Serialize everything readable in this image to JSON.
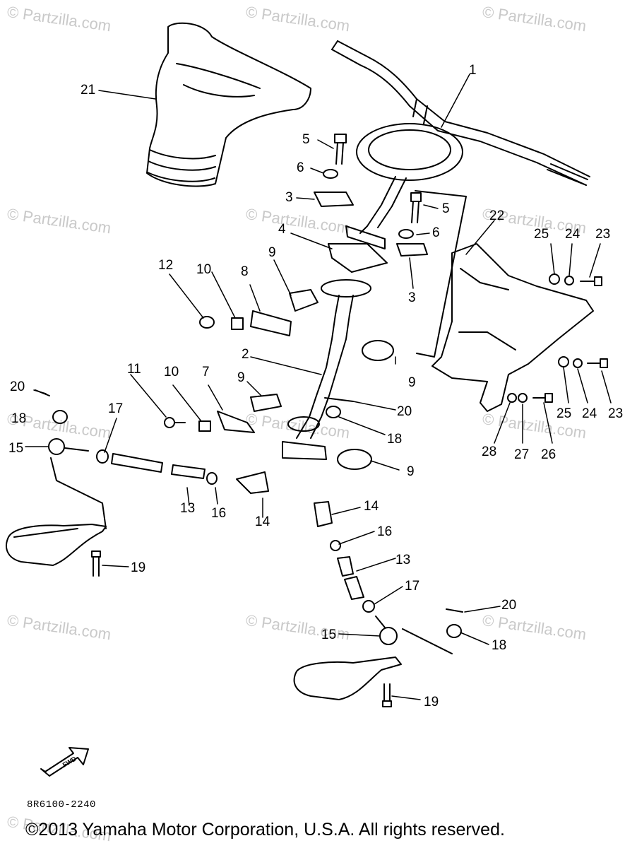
{
  "diagram": {
    "part_number": "8R6100-2240",
    "copyright": "©2013  Yamaha Motor Corporation, U.S.A. All rights reserved.",
    "fwd_label": "FWD",
    "watermark": "© Partzilla.com",
    "callouts": [
      {
        "id": "c1",
        "text": "1"
      },
      {
        "id": "c2",
        "text": "2"
      },
      {
        "id": "c3a",
        "text": "3"
      },
      {
        "id": "c3b",
        "text": "3"
      },
      {
        "id": "c4",
        "text": "4"
      },
      {
        "id": "c5a",
        "text": "5"
      },
      {
        "id": "c5b",
        "text": "5"
      },
      {
        "id": "c6a",
        "text": "6"
      },
      {
        "id": "c6b",
        "text": "6"
      },
      {
        "id": "c7",
        "text": "7"
      },
      {
        "id": "c8",
        "text": "8"
      },
      {
        "id": "c9a",
        "text": "9"
      },
      {
        "id": "c9b",
        "text": "9"
      },
      {
        "id": "c9c",
        "text": "9"
      },
      {
        "id": "c9d",
        "text": "9"
      },
      {
        "id": "c10a",
        "text": "10"
      },
      {
        "id": "c10b",
        "text": "10"
      },
      {
        "id": "c11",
        "text": "11"
      },
      {
        "id": "c12",
        "text": "12"
      },
      {
        "id": "c13a",
        "text": "13"
      },
      {
        "id": "c13b",
        "text": "13"
      },
      {
        "id": "c14a",
        "text": "14"
      },
      {
        "id": "c14b",
        "text": "14"
      },
      {
        "id": "c15a",
        "text": "15"
      },
      {
        "id": "c15b",
        "text": "15"
      },
      {
        "id": "c16a",
        "text": "16"
      },
      {
        "id": "c16b",
        "text": "16"
      },
      {
        "id": "c17a",
        "text": "17"
      },
      {
        "id": "c17b",
        "text": "17"
      },
      {
        "id": "c18a",
        "text": "18"
      },
      {
        "id": "c18b",
        "text": "18"
      },
      {
        "id": "c18c",
        "text": "18"
      },
      {
        "id": "c19a",
        "text": "19"
      },
      {
        "id": "c19b",
        "text": "19"
      },
      {
        "id": "c20a",
        "text": "20"
      },
      {
        "id": "c20b",
        "text": "20"
      },
      {
        "id": "c20c",
        "text": "20"
      },
      {
        "id": "c21",
        "text": "21"
      },
      {
        "id": "c22",
        "text": "22"
      },
      {
        "id": "c23a",
        "text": "23"
      },
      {
        "id": "c23b",
        "text": "23"
      },
      {
        "id": "c24a",
        "text": "24"
      },
      {
        "id": "c24b",
        "text": "24"
      },
      {
        "id": "c25a",
        "text": "25"
      },
      {
        "id": "c25b",
        "text": "25"
      },
      {
        "id": "c26",
        "text": "26"
      },
      {
        "id": "c27",
        "text": "27"
      },
      {
        "id": "c28",
        "text": "28"
      }
    ]
  }
}
